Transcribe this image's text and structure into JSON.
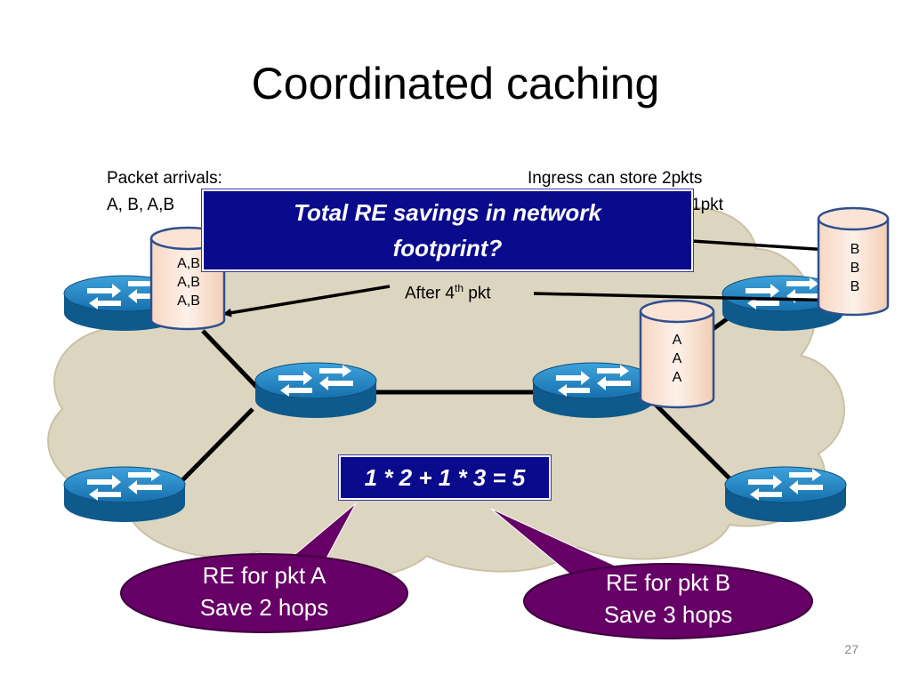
{
  "title": "Coordinated caching",
  "packet_arrivals": [
    "Packet arrivals:",
    "A, B, A,B"
  ],
  "ingress_note": [
    "Ingress can store 2pkts",
    "1pkt"
  ],
  "after_4th": {
    "prefix": "After 4",
    "sup": "th",
    "suffix": " pkt"
  },
  "question_callout": "Total RE savings in network footprint?",
  "equation": "1 * 2 + 1 * 3 = 5",
  "bubble_a": [
    "RE for pkt A",
    "Save 2 hops"
  ],
  "bubble_b": [
    "RE for pkt B",
    "Save 3 hops"
  ],
  "cache_left": [
    "A,B",
    "A,B",
    "A,B"
  ],
  "cache_mid": [
    "A",
    "A",
    "A"
  ],
  "cache_right": [
    "B",
    "B",
    "B"
  ],
  "slide_number": "27",
  "colors": {
    "cloud": "#dcd6c0",
    "callout_bg": "#0a0a8c",
    "bubble_bg": "#660066",
    "router_top": "#1f7fbf",
    "router_side": "#0e5a8c",
    "cylinder_fill": "#fbe4d5",
    "cylinder_stroke": "#2f4f8f"
  }
}
